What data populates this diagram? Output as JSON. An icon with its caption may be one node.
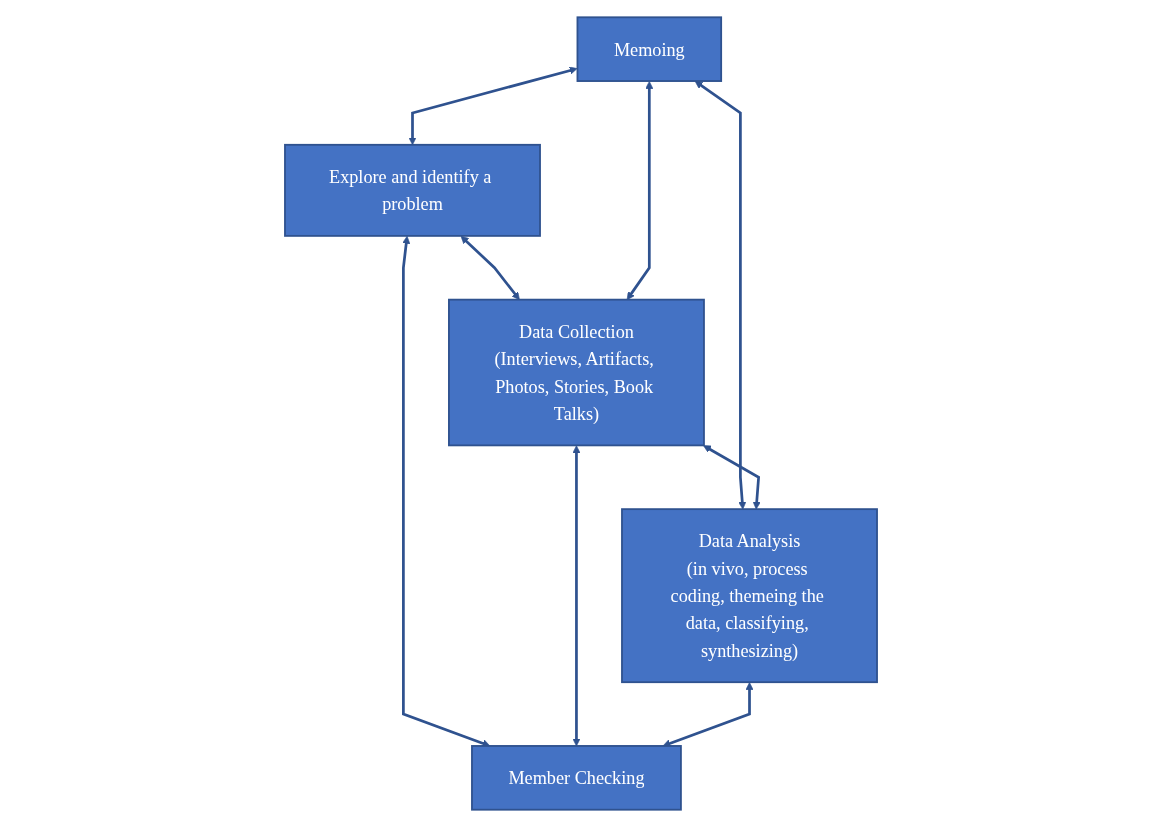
{
  "diagram": {
    "nodes": [
      {
        "text": [
          "Explore and identify a problem"
        ]
      },
      {
        "text": [
          "Memoing"
        ]
      },
      {
        "text": [
          "Data Collection",
          "(Interviews, Artifacts, Photos, Stories, Book Talks)"
        ]
      },
      {
        "text": [
          "Member Checking"
        ]
      },
      {
        "text": [
          "Data Analysis",
          "(in vivo, process coding, themeing the data, classifying, synthesizing)"
        ]
      }
    ],
    "edges": [
      {
        "from": 1,
        "to": 0,
        "arrow": "both"
      },
      {
        "from": 0,
        "to": 2,
        "arrow": "both"
      },
      {
        "from": 0,
        "to": 3,
        "arrow": "both"
      },
      {
        "from": 1,
        "to": 2,
        "arrow": "both"
      },
      {
        "from": 2,
        "to": 3,
        "arrow": "both"
      },
      {
        "from": 1,
        "to": 4,
        "arrow": "both"
      },
      {
        "from": 2,
        "to": 4,
        "arrow": "both"
      },
      {
        "from": 4,
        "to": 3,
        "arrow": "both"
      }
    ]
  }
}
